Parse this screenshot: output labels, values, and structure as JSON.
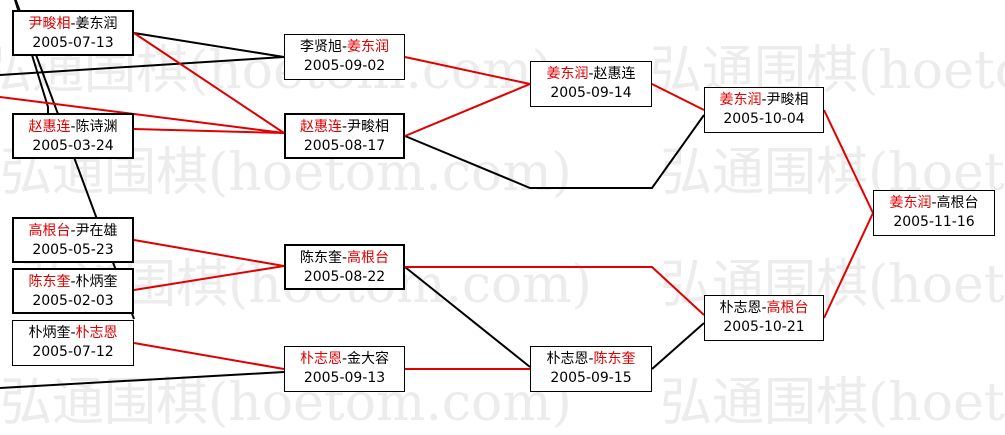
{
  "watermark": "弘通围棋(hoetom.com)",
  "red": "#e00000",
  "games": [
    {
      "id": "g1",
      "left": "尹畯相",
      "right": "姜东润",
      "winner": "left",
      "date": "2005-07-13"
    },
    {
      "id": "g2",
      "left": "赵惠连",
      "right": "陈诗渊",
      "winner": "left",
      "date": "2005-03-24"
    },
    {
      "id": "g3",
      "left": "高根台",
      "right": "尹在雄",
      "winner": "left",
      "date": "2005-05-23"
    },
    {
      "id": "g4",
      "left": "陈东奎",
      "right": "朴炳奎",
      "winner": "left",
      "date": "2005-02-03"
    },
    {
      "id": "g5",
      "left": "朴炳奎",
      "right": "朴志恩",
      "winner": "right",
      "date": "2005-07-12"
    },
    {
      "id": "g6",
      "left": "李贤旭",
      "right": "姜东润",
      "winner": "right",
      "date": "2005-09-02"
    },
    {
      "id": "g7",
      "left": "赵惠连",
      "right": "尹畯相",
      "winner": "left",
      "date": "2005-08-17"
    },
    {
      "id": "g8",
      "left": "陈东奎",
      "right": "高根台",
      "winner": "right",
      "date": "2005-08-22"
    },
    {
      "id": "g9",
      "left": "朴志恩",
      "right": "金大容",
      "winner": "left",
      "date": "2005-09-13"
    },
    {
      "id": "g10",
      "left": "姜东润",
      "right": "赵惠连",
      "winner": "left",
      "date": "2005-09-14"
    },
    {
      "id": "g11",
      "left": "朴志恩",
      "right": "陈东奎",
      "winner": "right",
      "date": "2005-09-15"
    },
    {
      "id": "g12",
      "left": "姜东润",
      "right": "尹畯相",
      "winner": "left",
      "date": "2005-10-04"
    },
    {
      "id": "g13",
      "left": "朴志恩",
      "right": "高根台",
      "winner": "right",
      "date": "2005-10-21"
    },
    {
      "id": "g14",
      "left": "姜东润",
      "right": "高根台",
      "winner": "left",
      "date": "2005-11-16"
    }
  ]
}
